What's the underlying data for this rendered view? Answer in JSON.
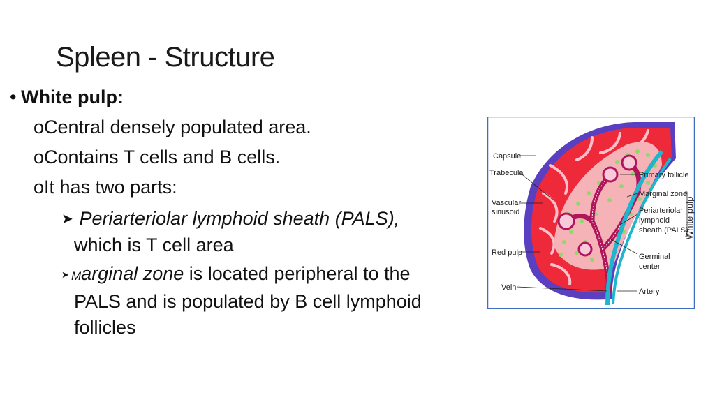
{
  "slide": {
    "title": "Spleen - Structure",
    "bullet": "White pulp:",
    "sub_items": [
      {
        "marker": "o",
        "text": "Central densely populated area."
      },
      {
        "marker": "o",
        "text": "Contains T cells and B cells."
      },
      {
        "marker": "o",
        "text": "It has two parts:"
      }
    ],
    "parts": {
      "pals_italic": "Periarteriolar lymphoid sheath (PALS),",
      "pals_rest": "which is T cell area",
      "mz_small": "M",
      "mz_italic": "arginal zone",
      "mz_rest_1": "is located peripheral to the",
      "mz_rest_2": "PALS and is populated by B cell lymphoid",
      "mz_rest_3": "follicles"
    }
  },
  "diagram": {
    "labels_left": {
      "capsule": "Capsule",
      "trabecula": "Trabecula",
      "vascular_1": "Vascular",
      "vascular_2": "sinusoid",
      "red_pulp": "Red pulp",
      "vein": "Vein"
    },
    "labels_right": {
      "primary_follicle": "Primary follicle",
      "marginal_zone": "Marginal zone",
      "pals_1": "Periarteriolar",
      "pals_2": "lymphoid",
      "pals_3": "sheath (PALS)",
      "germinal_1": "Germinal",
      "germinal_2": "center",
      "artery": "Artery"
    },
    "white_pulp_label": "White pulp",
    "colors": {
      "capsule": "#5a3fc0",
      "red_pulp": "#ee2a3a",
      "trabecula": "#ffc0cc",
      "marginal_zone": "#8fd96a",
      "pals": "#b0145a",
      "artery": "#1fb5cc",
      "frame": "#3f6fbf"
    }
  }
}
